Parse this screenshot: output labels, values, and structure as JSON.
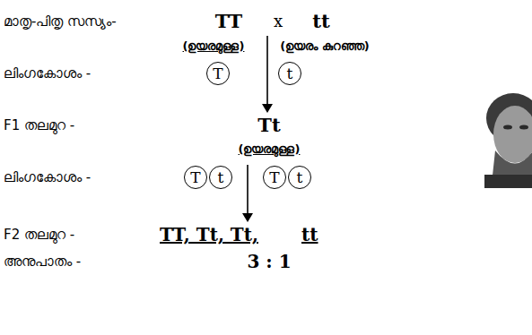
{
  "diagram": {
    "nodes": [
      {
        "text": [
          "T"
        ]
      },
      {
        "text": [
          "t"
        ]
      },
      {
        "text": [
          "T"
        ]
      },
      {
        "text": [
          "t"
        ]
      },
      {
        "text": [
          "T"
        ]
      },
      {
        "text": [
          "t"
        ]
      }
    ],
    "labels": [
      "മാതൃ-പിതൃ സസ്യം-",
      "TT",
      "x",
      "tt",
      "(ഉയരമുള്ള)",
      "(ഉയരം കുറഞ്ഞ)",
      "ലിംഗകോശം -",
      "F1 തലമുറ -",
      "Tt",
      "(ഉയരമുള്ള)",
      "ലിംഗകോശം -",
      "F2 തലമുറ -",
      "TT, Tt, Tt,",
      "tt",
      "അനുപാതം -",
      "3 : 1"
    ]
  }
}
